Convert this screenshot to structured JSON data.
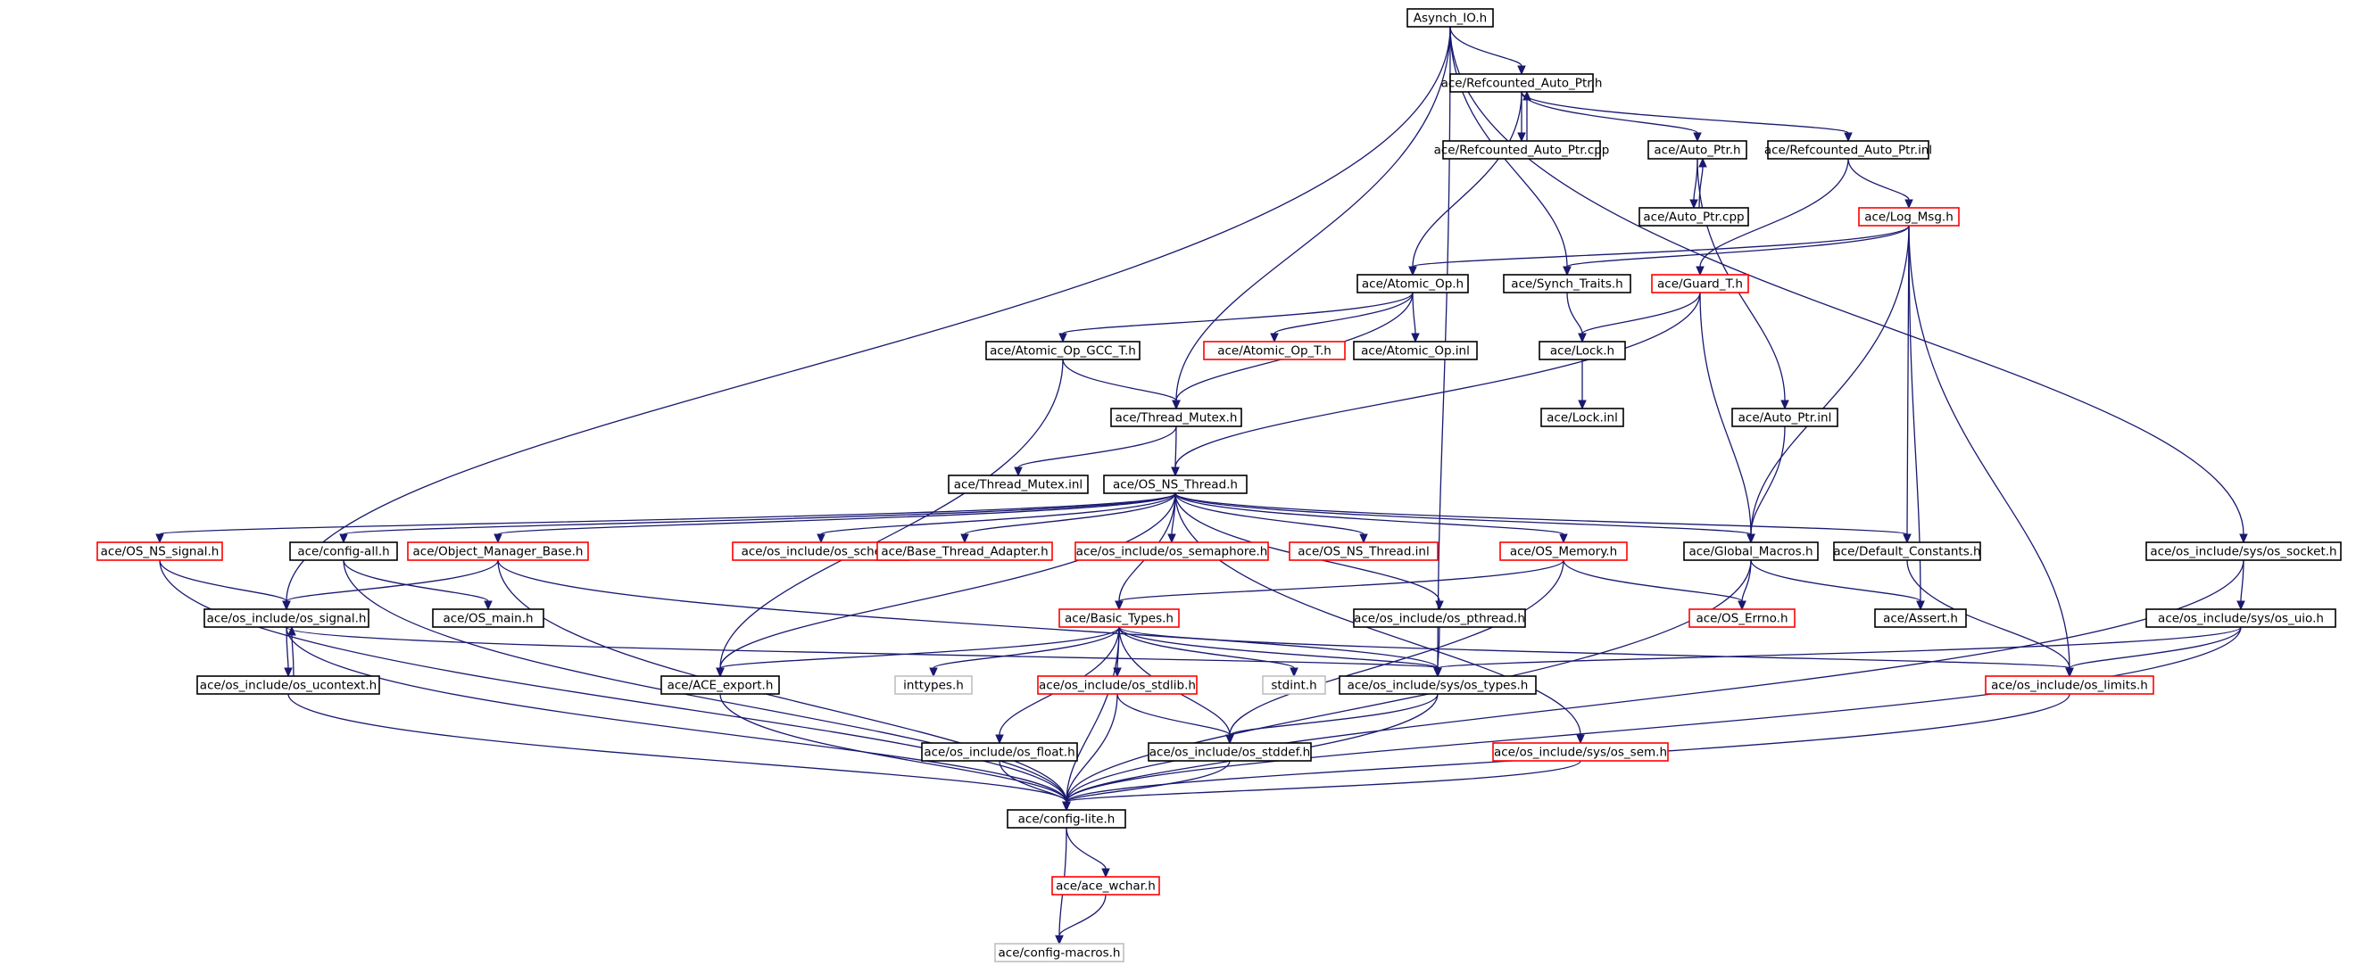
{
  "diagram": {
    "type": "include-dependency-graph",
    "colors": {
      "root_fill": "#bfbfbf",
      "normal": "#000000",
      "truncated": "#ff0000",
      "external": "#bfbfbf",
      "edge": "#191970"
    },
    "nodes": [
      {
        "id": "asynch",
        "label": "Asynch_IO.h",
        "kind": "root"
      },
      {
        "id": "refptr",
        "label": "ace/Refcounted_Auto_Ptr.h",
        "kind": "normal"
      },
      {
        "id": "refptrcpp",
        "label": "ace/Refcounted_Auto_Ptr.cpp",
        "kind": "normal"
      },
      {
        "id": "autoptr",
        "label": "ace/Auto_Ptr.h",
        "kind": "normal"
      },
      {
        "id": "refptrinl",
        "label": "ace/Refcounted_Auto_Ptr.inl",
        "kind": "normal"
      },
      {
        "id": "autoptrcpp",
        "label": "ace/Auto_Ptr.cpp",
        "kind": "normal"
      },
      {
        "id": "logmsg",
        "label": "ace/Log_Msg.h",
        "kind": "truncated"
      },
      {
        "id": "atomicop",
        "label": "ace/Atomic_Op.h",
        "kind": "normal"
      },
      {
        "id": "synchtraits",
        "label": "ace/Synch_Traits.h",
        "kind": "normal"
      },
      {
        "id": "guardt",
        "label": "ace/Guard_T.h",
        "kind": "truncated"
      },
      {
        "id": "atomicgcc",
        "label": "ace/Atomic_Op_GCC_T.h",
        "kind": "normal"
      },
      {
        "id": "atomicopt",
        "label": "ace/Atomic_Op_T.h",
        "kind": "truncated"
      },
      {
        "id": "atomicopinl",
        "label": "ace/Atomic_Op.inl",
        "kind": "normal"
      },
      {
        "id": "lock",
        "label": "ace/Lock.h",
        "kind": "normal"
      },
      {
        "id": "threadmutex",
        "label": "ace/Thread_Mutex.h",
        "kind": "normal"
      },
      {
        "id": "lockinl",
        "label": "ace/Lock.inl",
        "kind": "normal"
      },
      {
        "id": "autoptrinl",
        "label": "ace/Auto_Ptr.inl",
        "kind": "normal"
      },
      {
        "id": "threadmutexinl",
        "label": "ace/Thread_Mutex.inl",
        "kind": "normal"
      },
      {
        "id": "osnsthread",
        "label": "ace/OS_NS_Thread.h",
        "kind": "normal"
      },
      {
        "id": "osnssignal",
        "label": "ace/OS_NS_signal.h",
        "kind": "truncated"
      },
      {
        "id": "configall",
        "label": "ace/config-all.h",
        "kind": "normal"
      },
      {
        "id": "objmgr",
        "label": "ace/Object_Manager_Base.h",
        "kind": "truncated"
      },
      {
        "id": "ossched",
        "label": "ace/os_include/os_sched.h",
        "kind": "truncated"
      },
      {
        "id": "basethread",
        "label": "ace/Base_Thread_Adapter.h",
        "kind": "truncated"
      },
      {
        "id": "ossem",
        "label": "ace/os_include/os_semaphore.h",
        "kind": "truncated"
      },
      {
        "id": "osnsthreadinl",
        "label": "ace/OS_NS_Thread.inl",
        "kind": "truncated"
      },
      {
        "id": "osmemory",
        "label": "ace/OS_Memory.h",
        "kind": "truncated"
      },
      {
        "id": "globalmacros",
        "label": "ace/Global_Macros.h",
        "kind": "normal"
      },
      {
        "id": "defconst",
        "label": "ace/Default_Constants.h",
        "kind": "normal"
      },
      {
        "id": "syssocket",
        "label": "ace/os_include/sys/os_socket.h",
        "kind": "normal"
      },
      {
        "id": "ossignal",
        "label": "ace/os_include/os_signal.h",
        "kind": "normal"
      },
      {
        "id": "osmain",
        "label": "ace/OS_main.h",
        "kind": "normal"
      },
      {
        "id": "basictypes",
        "label": "ace/Basic_Types.h",
        "kind": "truncated"
      },
      {
        "id": "pthread",
        "label": "ace/os_include/os_pthread.h",
        "kind": "normal"
      },
      {
        "id": "oserrno",
        "label": "ace/OS_Errno.h",
        "kind": "truncated"
      },
      {
        "id": "aceassert",
        "label": "ace/Assert.h",
        "kind": "normal"
      },
      {
        "id": "sysuio",
        "label": "ace/os_include/sys/os_uio.h",
        "kind": "normal"
      },
      {
        "id": "ucontext",
        "label": "ace/os_include/os_ucontext.h",
        "kind": "normal"
      },
      {
        "id": "aceexport",
        "label": "ace/ACE_export.h",
        "kind": "normal"
      },
      {
        "id": "inttypes",
        "label": "inttypes.h",
        "kind": "external"
      },
      {
        "id": "osstdlib",
        "label": "ace/os_include/os_stdlib.h",
        "kind": "truncated"
      },
      {
        "id": "stdint",
        "label": "stdint.h",
        "kind": "external"
      },
      {
        "id": "systypes",
        "label": "ace/os_include/sys/os_types.h",
        "kind": "normal"
      },
      {
        "id": "oslimits",
        "label": "ace/os_include/os_limits.h",
        "kind": "truncated"
      },
      {
        "id": "osfloat",
        "label": "ace/os_include/os_float.h",
        "kind": "normal"
      },
      {
        "id": "osstddef",
        "label": "ace/os_include/os_stddef.h",
        "kind": "normal"
      },
      {
        "id": "syssem",
        "label": "ace/os_include/sys/os_sem.h",
        "kind": "truncated"
      },
      {
        "id": "configlite",
        "label": "ace/config-lite.h",
        "kind": "normal"
      },
      {
        "id": "acewchar",
        "label": "ace/ace_wchar.h",
        "kind": "truncated"
      },
      {
        "id": "configmacros",
        "label": "ace/config-macros.h",
        "kind": "external"
      }
    ],
    "edges": [
      [
        "asynch",
        "refptr"
      ],
      [
        "asynch",
        "synchtraits"
      ],
      [
        "asynch",
        "threadmutex"
      ],
      [
        "asynch",
        "ossignal"
      ],
      [
        "asynch",
        "syssocket"
      ],
      [
        "asynch",
        "systypes"
      ],
      [
        "refptr",
        "refptrcpp"
      ],
      [
        "refptrcpp",
        "refptr"
      ],
      [
        "refptr",
        "autoptr"
      ],
      [
        "refptr",
        "refptrinl"
      ],
      [
        "refptr",
        "atomicop"
      ],
      [
        "autoptr",
        "autoptrcpp"
      ],
      [
        "autoptrcpp",
        "autoptr"
      ],
      [
        "autoptr",
        "autoptrinl"
      ],
      [
        "refptrinl",
        "logmsg"
      ],
      [
        "refptrinl",
        "guardt"
      ],
      [
        "logmsg",
        "atomicop"
      ],
      [
        "logmsg",
        "synchtraits"
      ],
      [
        "logmsg",
        "globalmacros"
      ],
      [
        "logmsg",
        "defconst"
      ],
      [
        "logmsg",
        "aceassert"
      ],
      [
        "logmsg",
        "oslimits"
      ],
      [
        "atomicop",
        "atomicgcc"
      ],
      [
        "atomicop",
        "atomicopt"
      ],
      [
        "atomicop",
        "atomicopinl"
      ],
      [
        "atomicop",
        "threadmutex"
      ],
      [
        "synchtraits",
        "lock"
      ],
      [
        "guardt",
        "lock"
      ],
      [
        "guardt",
        "osnsthread"
      ],
      [
        "guardt",
        "globalmacros"
      ],
      [
        "lock",
        "lockinl"
      ],
      [
        "autoptrinl",
        "globalmacros"
      ],
      [
        "atomicgcc",
        "threadmutex"
      ],
      [
        "atomicgcc",
        "aceexport"
      ],
      [
        "threadmutex",
        "threadmutexinl"
      ],
      [
        "threadmutex",
        "osnsthread"
      ],
      [
        "osnsthread",
        "osnssignal"
      ],
      [
        "osnsthread",
        "configall"
      ],
      [
        "osnsthread",
        "objmgr"
      ],
      [
        "osnsthread",
        "ossched"
      ],
      [
        "osnsthread",
        "basethread"
      ],
      [
        "osnsthread",
        "ossem"
      ],
      [
        "osnsthread",
        "osnsthreadinl"
      ],
      [
        "osnsthread",
        "osmemory"
      ],
      [
        "osnsthread",
        "globalmacros"
      ],
      [
        "osnsthread",
        "defconst"
      ],
      [
        "osnsthread",
        "pthread"
      ],
      [
        "osnsthread",
        "syssem"
      ],
      [
        "osnsthread",
        "basictypes"
      ],
      [
        "osnsthread",
        "aceexport"
      ],
      [
        "osnssignal",
        "ossignal"
      ],
      [
        "osnssignal",
        "configlite"
      ],
      [
        "configall",
        "osmain"
      ],
      [
        "configall",
        "configlite"
      ],
      [
        "objmgr",
        "ossignal"
      ],
      [
        "objmgr",
        "configlite"
      ],
      [
        "objmgr",
        "systypes"
      ],
      [
        "osmemory",
        "basictypes"
      ],
      [
        "osmemory",
        "oserrno"
      ],
      [
        "osmemory",
        "osstddef"
      ],
      [
        "globalmacros",
        "oserrno"
      ],
      [
        "globalmacros",
        "aceassert"
      ],
      [
        "globalmacros",
        "configlite"
      ],
      [
        "defconst",
        "oslimits"
      ],
      [
        "syssocket",
        "sysuio"
      ],
      [
        "syssocket",
        "configlite"
      ],
      [
        "sysuio",
        "systypes"
      ],
      [
        "sysuio",
        "oslimits"
      ],
      [
        "sysuio",
        "configlite"
      ],
      [
        "ossignal",
        "ucontext"
      ],
      [
        "ucontext",
        "ossignal"
      ],
      [
        "ossignal",
        "systypes"
      ],
      [
        "ossignal",
        "configlite"
      ],
      [
        "ucontext",
        "configlite"
      ],
      [
        "basictypes",
        "aceexport"
      ],
      [
        "basictypes",
        "inttypes"
      ],
      [
        "basictypes",
        "osstdlib"
      ],
      [
        "basictypes",
        "stdint"
      ],
      [
        "basictypes",
        "systypes"
      ],
      [
        "basictypes",
        "oslimits"
      ],
      [
        "basictypes",
        "osfloat"
      ],
      [
        "basictypes",
        "osstddef"
      ],
      [
        "basictypes",
        "configlite"
      ],
      [
        "pthread",
        "systypes"
      ],
      [
        "aceexport",
        "configlite"
      ],
      [
        "osstdlib",
        "osstddef"
      ],
      [
        "osstdlib",
        "configlite"
      ],
      [
        "systypes",
        "osstddef"
      ],
      [
        "systypes",
        "configlite"
      ],
      [
        "oslimits",
        "configlite"
      ],
      [
        "osfloat",
        "configlite"
      ],
      [
        "osstddef",
        "configlite"
      ],
      [
        "syssem",
        "configlite"
      ],
      [
        "configlite",
        "acewchar"
      ],
      [
        "configlite",
        "configmacros"
      ],
      [
        "acewchar",
        "configmacros"
      ]
    ]
  }
}
